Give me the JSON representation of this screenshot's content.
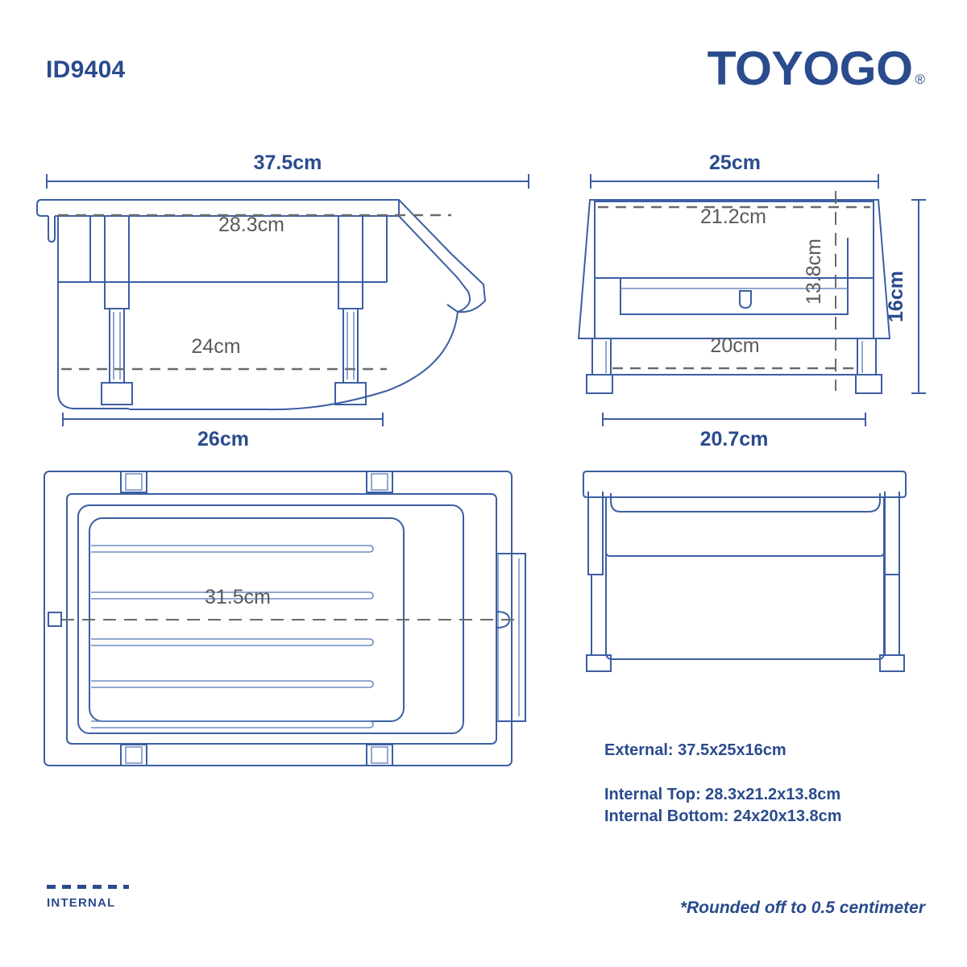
{
  "header": {
    "product_id": "ID9404",
    "brand": "TOYOGO",
    "brand_mark": "®"
  },
  "views": {
    "front": {
      "name": "front-view",
      "dimensions": {
        "top_external": "37.5cm",
        "internal_top": "28.3cm",
        "internal_bottom": "24cm",
        "bottom_external": "26cm"
      }
    },
    "side": {
      "name": "side-view",
      "dimensions": {
        "top_external": "25cm",
        "internal_top": "21.2cm",
        "internal_height": "13.8cm",
        "internal_bottom": "20cm",
        "height_external": "16cm",
        "bottom_external": "20.7cm"
      }
    },
    "top": {
      "name": "top-view",
      "dimensions": {
        "internal_length": "31.5cm"
      }
    },
    "rear": {
      "name": "rear-view",
      "dimensions": {}
    }
  },
  "specs": {
    "external": "External: 37.5x25x16cm",
    "internal_top": "Internal Top: 28.3x21.2x13.8cm",
    "internal_bottom": "Internal Bottom: 24x20x13.8cm"
  },
  "footer": {
    "legend_label": "INTERNAL",
    "note": "*Rounded off to 0.5 centimeter"
  },
  "colors": {
    "brand_blue": "#2a4b8d",
    "line_blue": "#3c5fa3",
    "line_blue_light": "#6f8bc4",
    "internal_gray": "#5a5a5a",
    "dash_gray": "#6b6b6b",
    "background": "#ffffff"
  }
}
